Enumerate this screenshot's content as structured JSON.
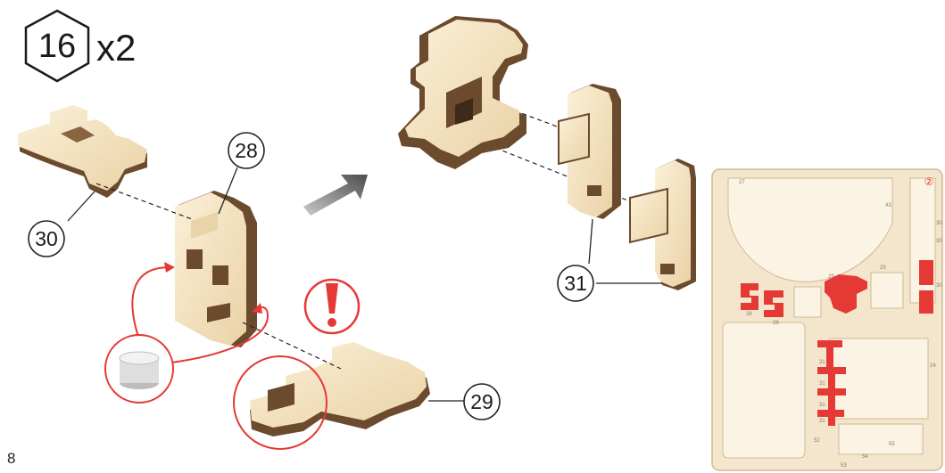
{
  "step": {
    "number": "16",
    "multiplier": "x2"
  },
  "callouts": {
    "part_30": "30",
    "part_28": "28",
    "part_29": "29",
    "part_31": "31"
  },
  "page_number": "8",
  "sheet": {
    "badge": "②",
    "part_labels": [
      "27",
      "43",
      "30",
      "30",
      "28",
      "28",
      "29",
      "29",
      "30",
      "31",
      "31",
      "31",
      "31",
      "24",
      "52",
      "53",
      "54",
      "55"
    ]
  },
  "icons": [
    "hexagon-step-icon",
    "arrow-right-icon",
    "warning-icon",
    "tealight-candle-icon"
  ],
  "colors": {
    "wood_face": "#f4e3c2",
    "wood_edge": "#6b4a2e",
    "highlight": "#e53935",
    "sheet_bg": "#f3e6cd"
  }
}
